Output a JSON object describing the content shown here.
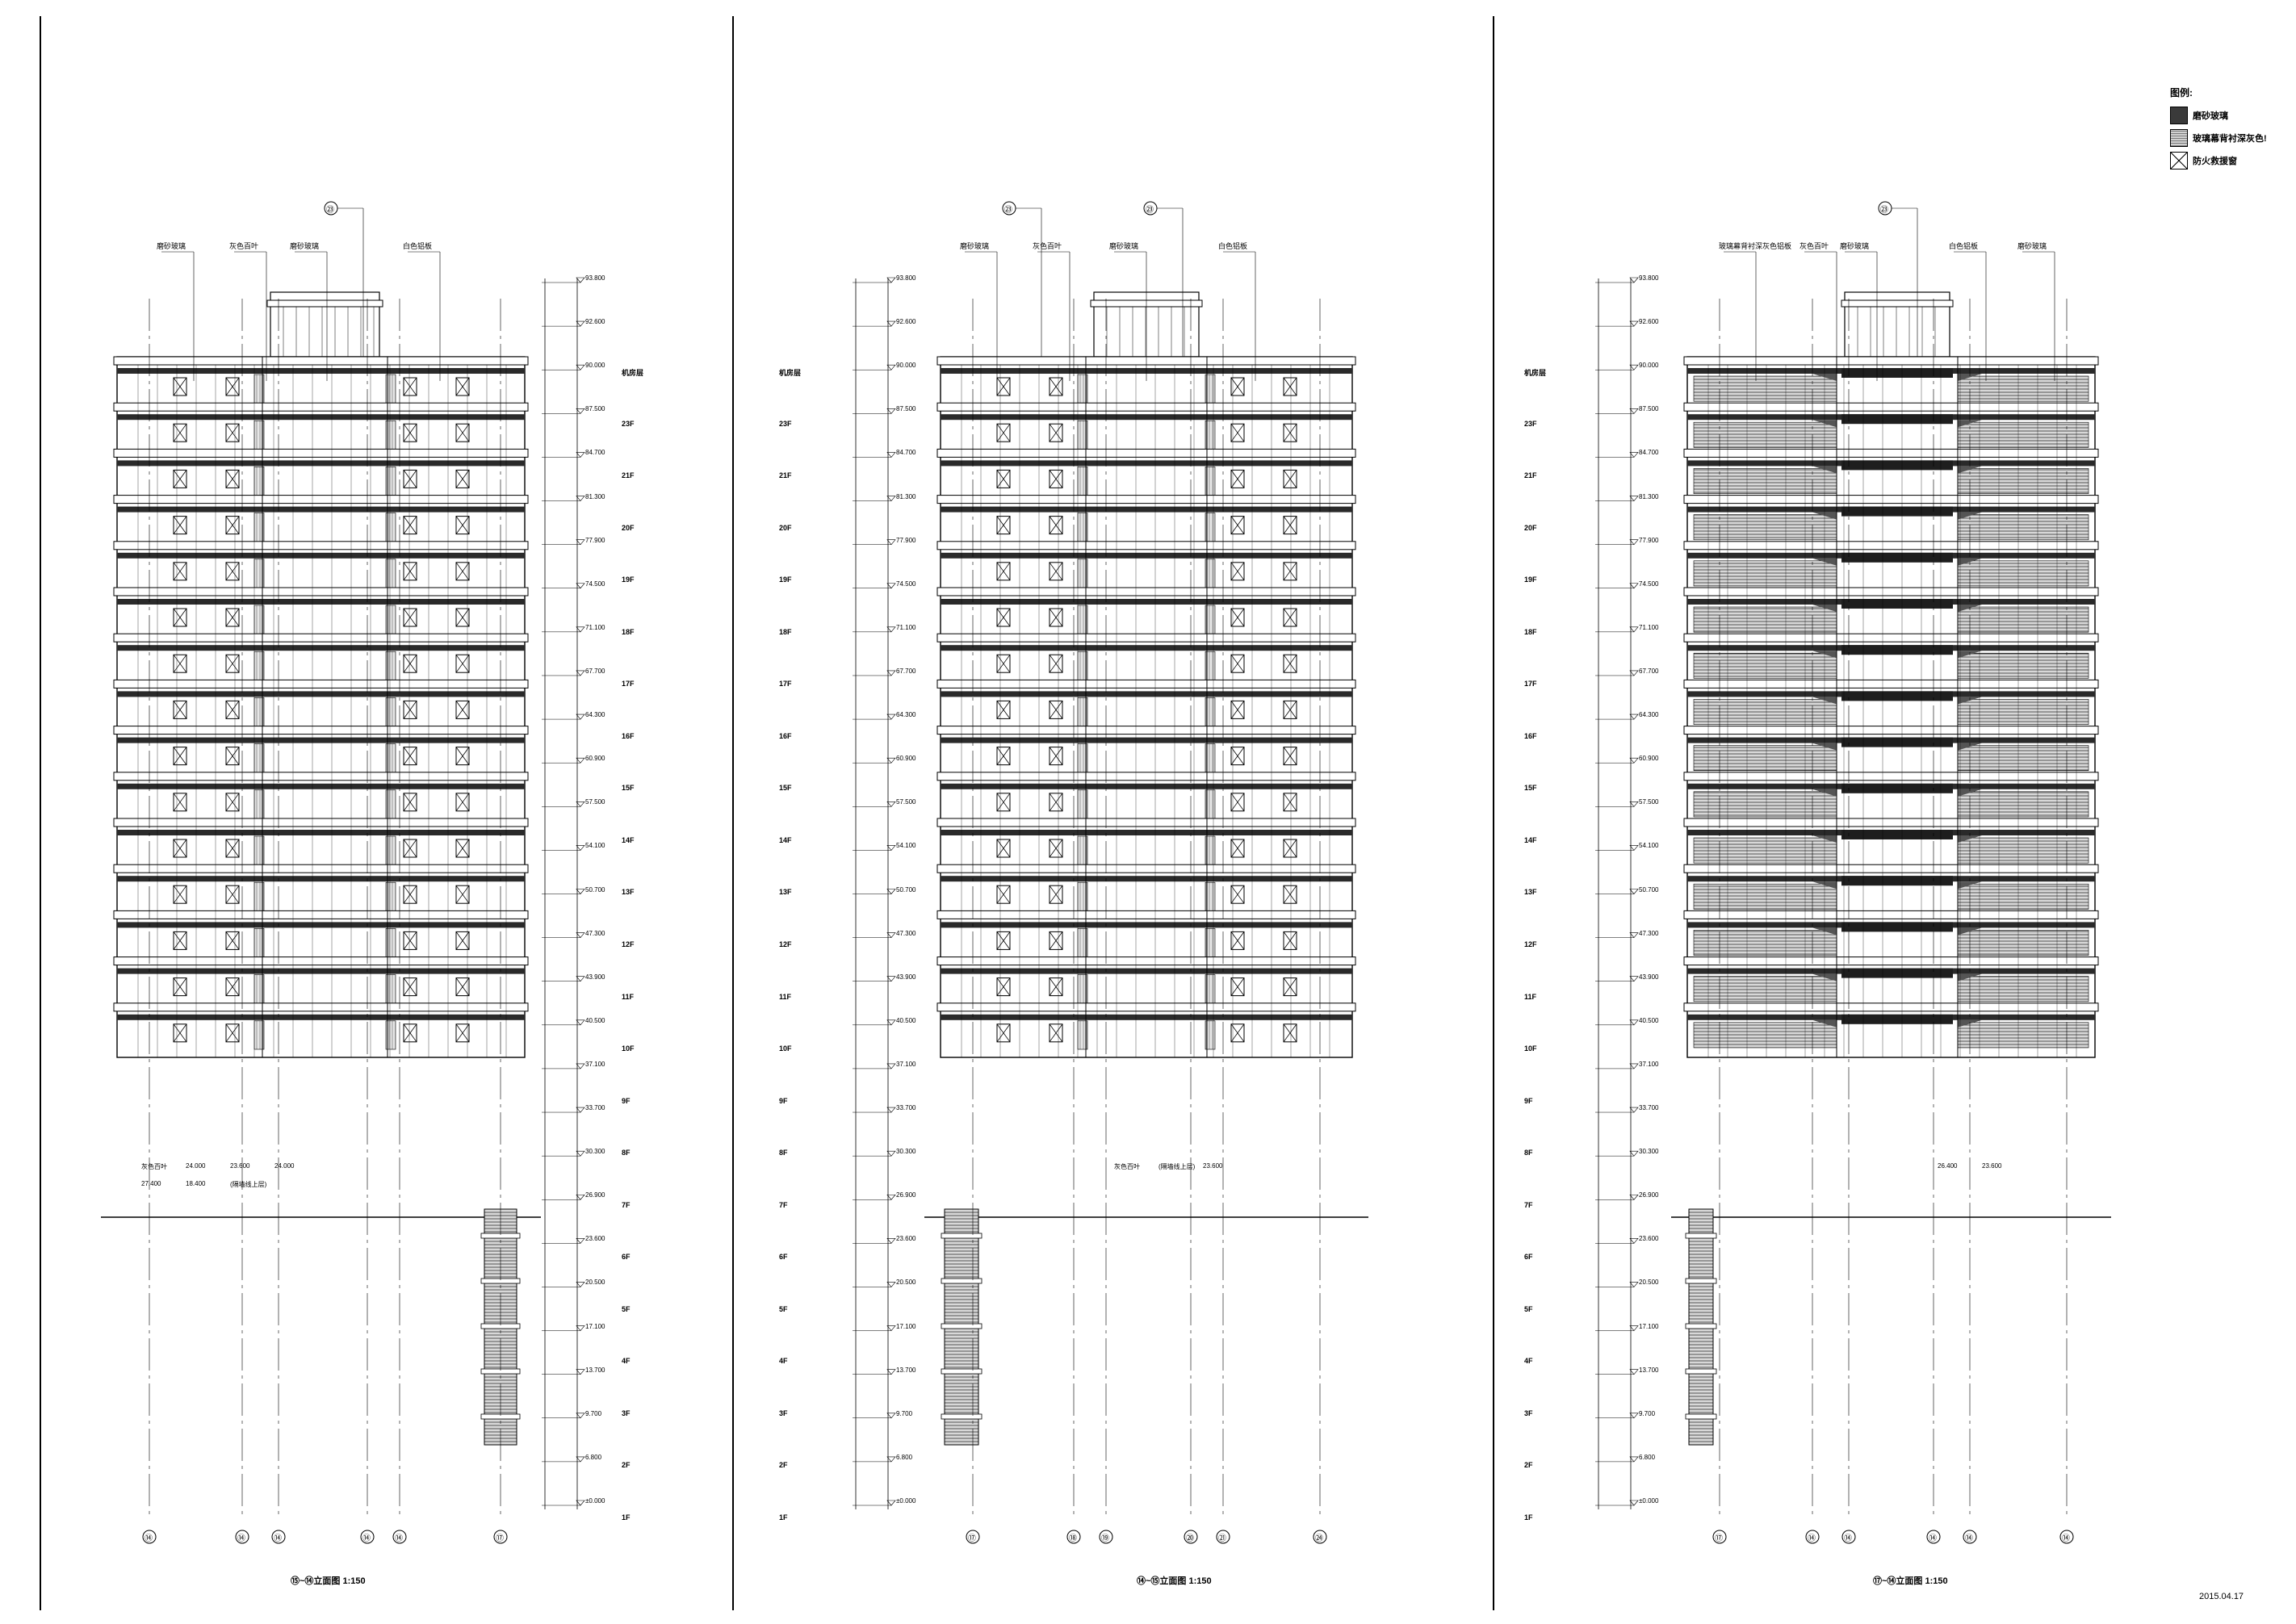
{
  "sheet": {
    "date": "2015.04.17",
    "legend": {
      "title": "图例:",
      "items": [
        {
          "label": "磨砂玻璃",
          "pattern": "solid-dark",
          "color": "#3a3a3a"
        },
        {
          "label": "玻璃幕背衬深灰色!",
          "pattern": "hatch",
          "color": "#7a7a7a"
        },
        {
          "label": "防火救援窗",
          "pattern": "cross",
          "color": "#ffffff"
        }
      ]
    }
  },
  "elevations": [
    {
      "title": "⑮~⑭立面图  1:150",
      "grid_top": [
        "㉓"
      ],
      "callouts": [
        "磨砂玻璃",
        "灰色百叶",
        "磨砂玻璃",
        "白色铝板"
      ],
      "grid_bottom": [
        "⑭",
        "⑭",
        "⑭",
        "⑭",
        "⑭",
        "⑰"
      ],
      "notes": [
        "灰色百叶",
        "24.000",
        "23.600",
        "24.000",
        "27.400",
        "18.400",
        "(隔墙线上层)"
      ],
      "floors": [
        "机房层",
        "23F",
        "21F",
        "20F",
        "19F",
        "18F",
        "17F",
        "16F",
        "15F",
        "14F",
        "13F",
        "12F",
        "11F",
        "10F",
        "9F",
        "8F",
        "7F",
        "6F",
        "5F",
        "4F",
        "3F",
        "2F",
        "1F"
      ],
      "levels": [
        "93.800",
        "92.600",
        "90.000",
        "87.500",
        "84.700",
        "81.300",
        "77.900",
        "74.500",
        "71.100",
        "67.700",
        "64.300",
        "60.900",
        "57.500",
        "54.100",
        "50.700",
        "47.300",
        "43.900",
        "40.500",
        "37.100",
        "33.700",
        "30.300",
        "26.900",
        "23.600",
        "20.500",
        "17.100",
        "13.700",
        "9.700",
        "6.800",
        "±0.000"
      ]
    },
    {
      "title": "⑭~⑮立面图  1:150",
      "grid_top": [
        "㉓",
        "㉓"
      ],
      "callouts": [
        "磨砂玻璃",
        "灰色百叶",
        "磨砂玻璃",
        "白色铝板"
      ],
      "grid_bottom": [
        "⑰",
        "⑱",
        "⑲",
        "⑳",
        "㉑",
        "㉔"
      ],
      "notes": [
        "灰色百叶",
        "(隔墙线上层)",
        "23.600"
      ],
      "floors": [
        "机房层",
        "23F",
        "21F",
        "20F",
        "19F",
        "18F",
        "17F",
        "16F",
        "15F",
        "14F",
        "13F",
        "12F",
        "11F",
        "10F",
        "9F",
        "8F",
        "7F",
        "6F",
        "5F",
        "4F",
        "3F",
        "2F",
        "1F"
      ],
      "levels": [
        "93.800",
        "92.600",
        "90.000",
        "87.500",
        "84.700",
        "81.300",
        "77.900",
        "74.500",
        "71.100",
        "67.700",
        "64.300",
        "60.900",
        "57.500",
        "54.100",
        "50.700",
        "47.300",
        "43.900",
        "40.500",
        "37.100",
        "33.700",
        "30.300",
        "26.900",
        "23.600",
        "20.500",
        "17.100",
        "13.700",
        "9.700",
        "6.800",
        "±0.000"
      ]
    },
    {
      "title": "⑰~⑭立面图  1:150",
      "grid_top": [
        "㉓"
      ],
      "callouts": [
        "玻璃幕背衬深灰色铝板",
        "灰色百叶",
        "磨砂玻璃",
        "白色铝板",
        "磨砂玻璃"
      ],
      "grid_bottom": [
        "⑰",
        "⑭",
        "⑭",
        "⑭",
        "⑭",
        "⑭"
      ],
      "notes": [
        "26.400",
        "23.600"
      ],
      "floors": [
        "机房层",
        "23F",
        "21F",
        "20F",
        "19F",
        "18F",
        "17F",
        "16F",
        "15F",
        "14F",
        "13F",
        "12F",
        "11F",
        "10F",
        "9F",
        "8F",
        "7F",
        "6F",
        "5F",
        "4F",
        "3F",
        "2F",
        "1F"
      ],
      "levels": [
        "93.800",
        "92.600",
        "90.000",
        "87.500",
        "84.700",
        "81.300",
        "77.900",
        "74.500",
        "71.100",
        "67.700",
        "64.300",
        "60.900",
        "57.500",
        "54.100",
        "50.700",
        "47.300",
        "43.900",
        "40.500",
        "37.100",
        "33.700",
        "30.300",
        "26.900",
        "23.600",
        "20.500",
        "17.100",
        "13.700",
        "9.700",
        "6.800",
        "±0.000"
      ]
    }
  ]
}
